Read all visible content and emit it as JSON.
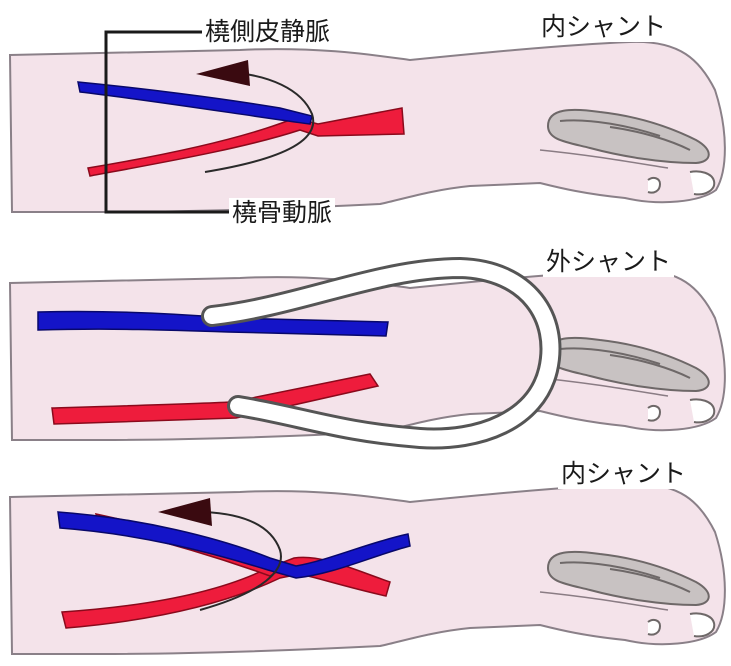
{
  "labels": {
    "vein": "橈側皮静脈",
    "artery": "橈骨動脈",
    "panel1_title": "内シャント",
    "panel2_title": "外シャント",
    "panel3_title": "内シャント"
  },
  "colors": {
    "skin": "#f4e3ea",
    "skin_outline": "#8a8088",
    "vein": "#1414c8",
    "artery": "#ee1c3c",
    "shunt_tube": "#ffffff",
    "flow_arrow": "#3a0a10",
    "thumb": "#c8c2c2"
  },
  "icons": [
    "flow-arrow-icon",
    "thumb-icon"
  ]
}
